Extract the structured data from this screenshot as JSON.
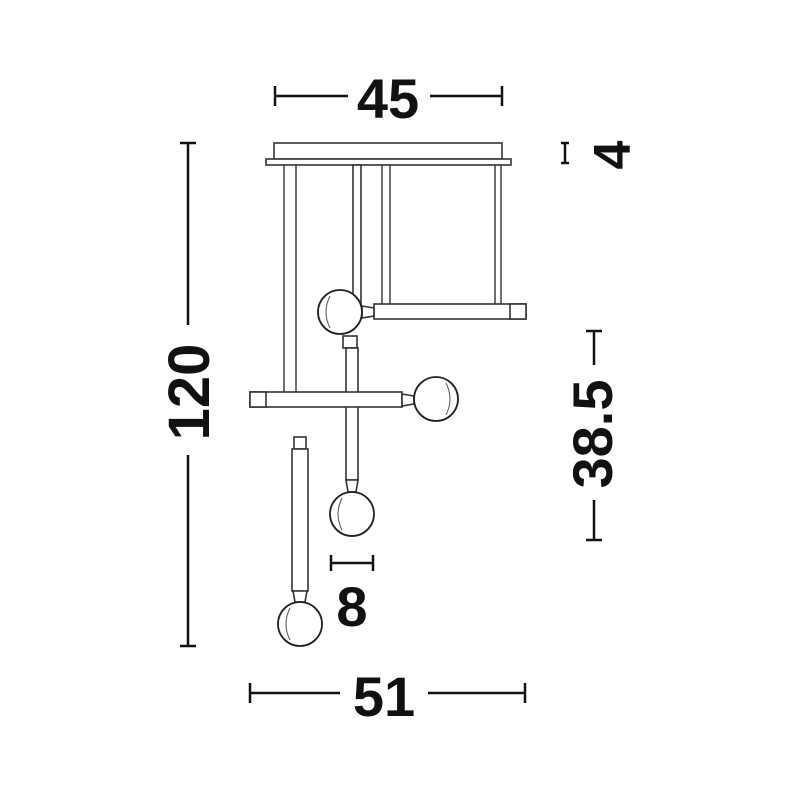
{
  "dimensions": {
    "top_width": "45",
    "canopy_height": "4",
    "total_height": "120",
    "arm_height": "38.5",
    "globe_diameter": "8",
    "bottom_width": "51"
  },
  "colors": {
    "line": "#111111",
    "fixture": "#333333",
    "background": "#ffffff"
  }
}
